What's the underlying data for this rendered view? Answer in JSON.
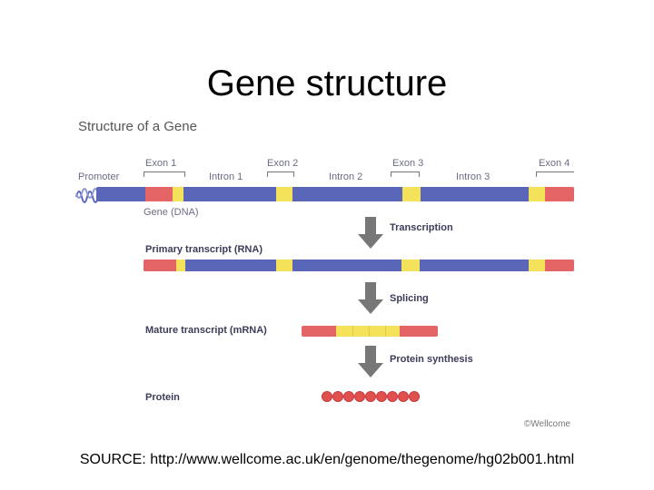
{
  "slide_title": "Gene structure",
  "figure": {
    "heading": "Structure of a Gene",
    "labels": {
      "promoter": "Promoter",
      "exon1": "Exon 1",
      "intron1": "Intron 1",
      "exon2": "Exon 2",
      "intron2": "Intron 2",
      "exon3": "Exon 3",
      "intron3": "Intron 3",
      "exon4": "Exon 4",
      "gene_dna": "Gene (DNA)",
      "primary_transcript": "Primary transcript (RNA)",
      "mature_transcript": "Mature transcript (mRNA)",
      "protein": "Protein"
    },
    "steps": {
      "transcription": "Transcription",
      "splicing": "Splicing",
      "protein_synthesis": "Protein synthesis"
    },
    "copyright": "©Wellcome",
    "colors": {
      "intron": "#5a66b8",
      "utr": "#e56566",
      "exon": "#f3e25a",
      "arrow": "#777777"
    }
  },
  "source": "SOURCE: http://www.wellcome.ac.uk/en/genome/thegenome/hg02b001.html"
}
